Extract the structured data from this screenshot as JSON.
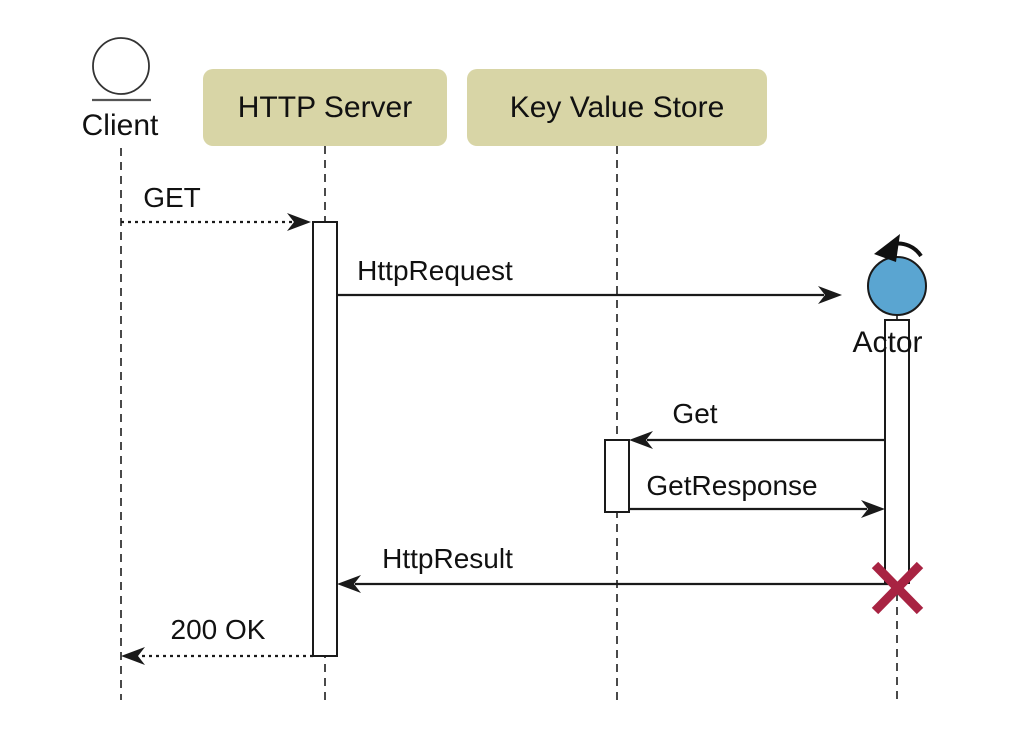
{
  "diagram": {
    "type": "sequence-diagram",
    "participants": [
      {
        "label": "Client",
        "kind": "entity-circle"
      },
      {
        "label": "HTTP Server",
        "kind": "participant-box"
      },
      {
        "label": "Key Value Store",
        "kind": "participant-box"
      },
      {
        "label": "Actor",
        "kind": "created-actor",
        "destroyed": true
      }
    ],
    "messages": [
      {
        "label": "GET",
        "from": "Client",
        "to": "HTTP Server",
        "line": "dotted"
      },
      {
        "label": "HttpRequest",
        "from": "HTTP Server",
        "to": "Actor",
        "line": "solid"
      },
      {
        "label": "Get",
        "from": "Actor",
        "to": "Key Value Store",
        "line": "solid"
      },
      {
        "label": "GetResponse",
        "from": "Key Value Store",
        "to": "Actor",
        "line": "solid"
      },
      {
        "label": "HttpResult",
        "from": "Actor",
        "to": "HTTP Server",
        "line": "solid"
      },
      {
        "label": "200 OK",
        "from": "HTTP Server",
        "to": "Client",
        "line": "dotted"
      }
    ],
    "icons": [
      {
        "name": "entity-circle-icon",
        "meaning": "Client entity lifeline head"
      },
      {
        "name": "new-actor-icon",
        "meaning": "blue circle with curved create arrow"
      },
      {
        "name": "destroy-x-icon",
        "meaning": "lifeline destruction cross"
      }
    ],
    "colors": {
      "background": "#ffffff",
      "participant_fill": "#d8d5a6",
      "actor_fill": "#5aa5d1",
      "destroy_x": "#a82342",
      "line": "#1a1a1a",
      "lifeline": "#4a4a4a"
    }
  }
}
